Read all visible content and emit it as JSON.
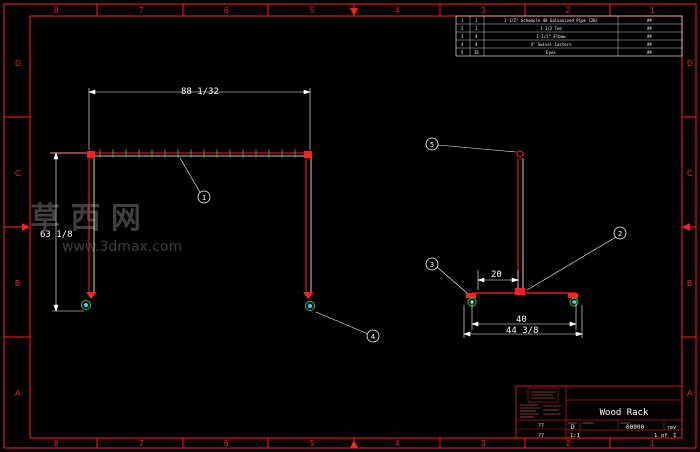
{
  "grid": {
    "columns": [
      "8",
      "7",
      "6",
      "5",
      "4",
      "3",
      "2",
      "1"
    ],
    "rows": [
      "D",
      "C",
      "B",
      "A"
    ]
  },
  "bom_rows": [
    {
      "item": "1",
      "qty": "1",
      "desc": "1-1/2\" Schedule 40 Galvanized Pipe (20)",
      "note": "##"
    },
    {
      "item": "2",
      "qty": "1",
      "desc": "1-1/2 Tee",
      "note": "##"
    },
    {
      "item": "3",
      "qty": "4",
      "desc": "1-1/2\" Elbow",
      "note": "##"
    },
    {
      "item": "4",
      "qty": "4",
      "desc": "4\" Swivel Casters",
      "note": "##"
    },
    {
      "item": "5",
      "qty": "16",
      "desc": "Eyes",
      "note": "##"
    }
  ],
  "dimensions": {
    "width_front": "88 1/32",
    "height_front": "63 1/8",
    "side_offset": "20",
    "side_base": "40",
    "side_overall": "44 3/8"
  },
  "callouts": [
    "1",
    "2",
    "3",
    "4",
    "5"
  ],
  "title_block": {
    "title": "Wood Rack",
    "size": "D",
    "drawing_number": "00000",
    "scale": "1:1",
    "sheet": "1",
    "sheet_of": "of",
    "sheet_total": "1",
    "rev_label": "rev",
    "field_a": "??",
    "field_b": "??"
  },
  "watermark": {
    "cn": "草 西 网",
    "url": "www.3dmax.com"
  },
  "colors": {
    "border": "#ff1f1f",
    "line": "#ffffff",
    "frame": "#ff2020",
    "green": "#2ecc40",
    "cyan": "#3fd9e6"
  }
}
